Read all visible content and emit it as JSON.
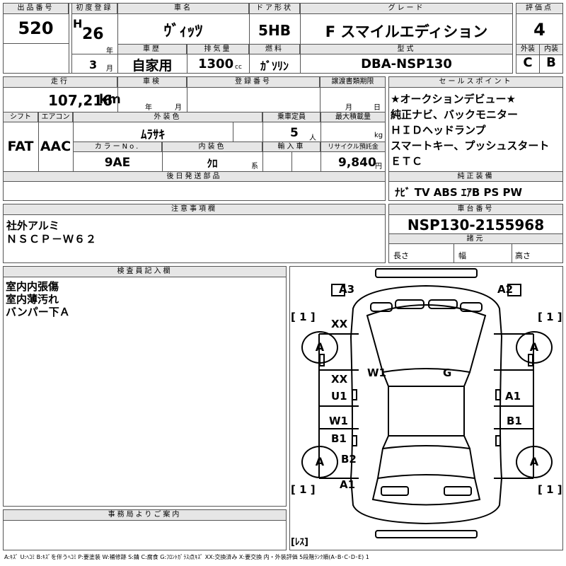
{
  "top": {
    "h_lot": "出品番号",
    "lot": "520",
    "h_first_reg": "初度登録",
    "era": "H",
    "year": "26",
    "year_unit": "年",
    "month": "3",
    "month_unit": "月",
    "h_car_name": "車名",
    "car_name": "ｳﾞｨｯﾂ",
    "h_door": "ドア形状",
    "door": "5HB",
    "h_grade": "グレード",
    "grade": "F スマイルエディション",
    "h_score": "評価点",
    "score": "4",
    "h_history": "車歴",
    "history": "自家用",
    "h_displacement": "排気量",
    "displacement": "1300",
    "cc": "cc",
    "h_fuel": "燃料",
    "fuel": "ｶﾞｿﾘﾝ",
    "h_model": "型式",
    "model": "DBA-NSP130",
    "h_ext": "外装",
    "ext": "C",
    "h_int": "内装",
    "int": "B"
  },
  "row2": {
    "h_mileage": "走行",
    "mileage": "107,216",
    "km": "km",
    "h_inspection": "車検",
    "year_unit": "年",
    "month_unit": "月",
    "h_reg": "登録番号",
    "h_transfer": "譲渡書類期限",
    "t_month": "月",
    "t_day": "日",
    "h_shift": "シフト",
    "shift": "FAT",
    "h_ac": "エアコン",
    "ac": "AAC",
    "h_ext_color": "外装色",
    "ext_color": "ﾑﾗｻｷ",
    "h_capacity": "乗車定員",
    "capacity": "5",
    "person": "人",
    "h_max_load": "最大積載量",
    "kg": "kg",
    "h_color_no": "カラーNo.",
    "color_no": "9AE",
    "h_int_color": "内装色",
    "int_color": "ｸﾛ",
    "kei": "系",
    "h_import": "輸入車",
    "h_recycle": "リサイクル預託金",
    "recycle": "9,840",
    "yen": "円",
    "h_later": "後日発送部品"
  },
  "sales": {
    "h": "セールスポイント",
    "lines": [
      "★オークションデビュー★",
      "純正ナビ、バックモニター",
      "ＨＩＤヘッドランプ",
      "スマートキー、プッシュスタート",
      "ＥＴＣ"
    ],
    "h_equip": "純正装備",
    "equip": "ﾅﾋﾞ TV ABS ｴｱB PS PW"
  },
  "notes": {
    "h": "注意事項欄",
    "lines": [
      "社外アルミ",
      "ＮＳＣＰ－Ｗ６２"
    ]
  },
  "chassis": {
    "h": "車台番号",
    "value": "NSP130-2155968",
    "h_spec": "諸元",
    "length": "長さ",
    "width": "幅",
    "height": "高さ"
  },
  "inspector": {
    "h": "検査員記入欄",
    "lines": [
      "室内内張傷",
      "室内薄汚れ",
      "バンパー下Ａ"
    ]
  },
  "office": {
    "h": "事務局よりご案内"
  },
  "diagram": {
    "A3": "A3",
    "A2": "A2",
    "XX1": "XX",
    "XX2": "XX",
    "W1a": "W1",
    "G": "G",
    "U1": "U1",
    "A1r": "A1",
    "W1b": "W1",
    "B1l": "B1",
    "B1r": "B1",
    "B2": "B2",
    "A1l": "A1",
    "tire_fl": "A",
    "tire_fr": "A",
    "tire_rl": "A",
    "tire_rr": "A",
    "br_fl": "[ 1 ]",
    "br_fr": "[ 1 ]",
    "br_rl": "[ 1 ]",
    "br_rr": "[ 1 ]",
    "spare": "[ﾚｽ]"
  },
  "legend": "A:ｷｽﾞ U:ﾍｺﾐ B:ｷｽﾞを伴うﾍｺﾐ P:要塗装 W:補修跡 S:錆 C:腐食 G:ﾌﾛﾝﾄｶﾞﾗｽ点ｷｽﾞ XX:交換済み X:要交換 内・外装評価 5段階ﾗﾝｸ順(A･B･C･D･E) 1"
}
